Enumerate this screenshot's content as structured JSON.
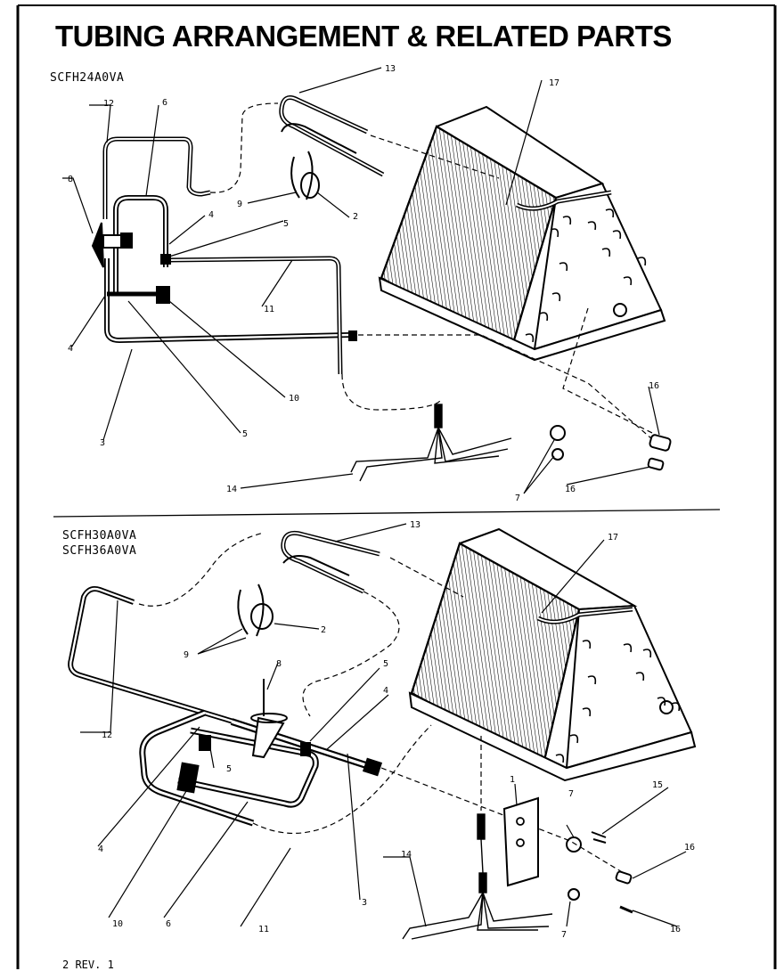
{
  "title": "TUBING ARRANGEMENT & RELATED PARTS",
  "section_a": {
    "models": [
      "SCFH24A0VA"
    ],
    "callouts": [
      {
        "id": "a-13",
        "text": "13"
      },
      {
        "id": "a-17",
        "text": "17"
      },
      {
        "id": "a-12",
        "text": "12"
      },
      {
        "id": "a-6",
        "text": "6"
      },
      {
        "id": "a-8",
        "text": "8"
      },
      {
        "id": "a-9",
        "text": "9"
      },
      {
        "id": "a-2",
        "text": "2"
      },
      {
        "id": "a-4t",
        "text": "4"
      },
      {
        "id": "a-5t",
        "text": "5"
      },
      {
        "id": "a-11",
        "text": "11"
      },
      {
        "id": "a-4b",
        "text": "4"
      },
      {
        "id": "a-10",
        "text": "10"
      },
      {
        "id": "a-5b",
        "text": "5"
      },
      {
        "id": "a-3",
        "text": "3"
      },
      {
        "id": "a-16t",
        "text": "16"
      },
      {
        "id": "a-16b",
        "text": "16"
      },
      {
        "id": "a-7",
        "text": "7"
      },
      {
        "id": "a-14",
        "text": "14"
      }
    ]
  },
  "section_b": {
    "models": [
      "SCFH30A0VA",
      "SCFH36A0VA"
    ],
    "callouts": [
      {
        "id": "b-13",
        "text": "13"
      },
      {
        "id": "b-17",
        "text": "17"
      },
      {
        "id": "b-2",
        "text": "2"
      },
      {
        "id": "b-9",
        "text": "9"
      },
      {
        "id": "b-8",
        "text": "8"
      },
      {
        "id": "b-5t",
        "text": "5"
      },
      {
        "id": "b-4t",
        "text": "4"
      },
      {
        "id": "b-12",
        "text": "12"
      },
      {
        "id": "b-5b",
        "text": "5"
      },
      {
        "id": "b-1",
        "text": "1"
      },
      {
        "id": "b-7t",
        "text": "7"
      },
      {
        "id": "b-15",
        "text": "15"
      },
      {
        "id": "b-16t",
        "text": "16"
      },
      {
        "id": "b-4b",
        "text": "4"
      },
      {
        "id": "b-14",
        "text": "14"
      },
      {
        "id": "b-3",
        "text": "3"
      },
      {
        "id": "b-10",
        "text": "10"
      },
      {
        "id": "b-6",
        "text": "6"
      },
      {
        "id": "b-11",
        "text": "11"
      },
      {
        "id": "b-7b",
        "text": "7"
      },
      {
        "id": "b-16b",
        "text": "16"
      }
    ]
  },
  "footer": "2  REV. 1"
}
